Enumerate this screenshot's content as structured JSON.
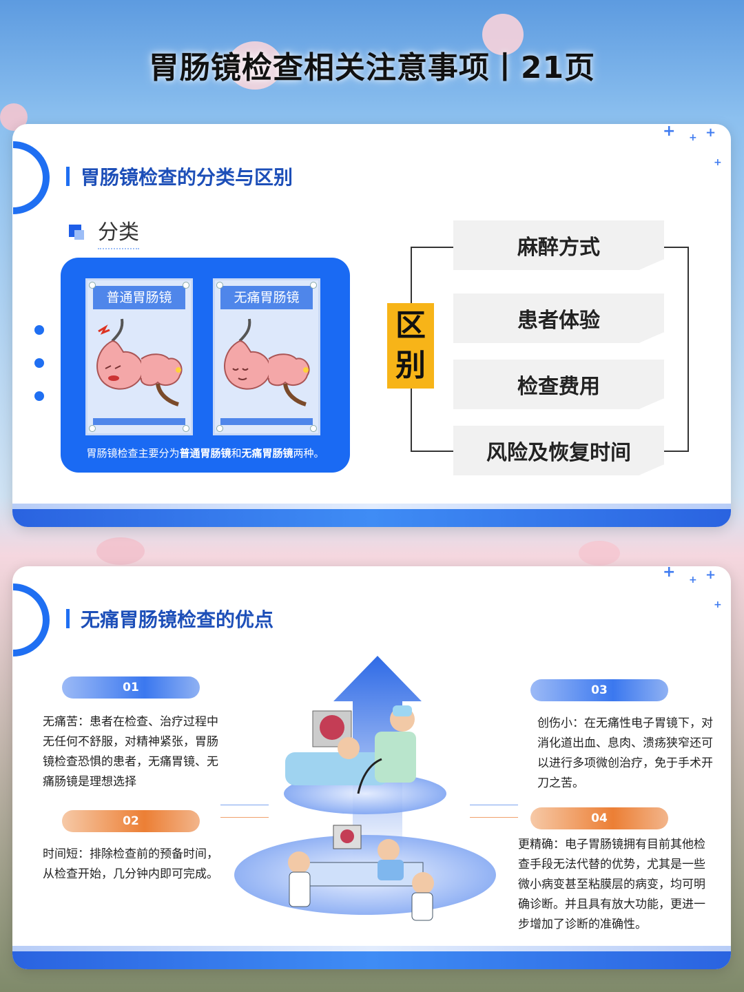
{
  "page": {
    "title": "胃肠镜检查相关注意事项丨21页"
  },
  "section1": {
    "title": "胃肠镜检查的分类与区别",
    "subheading": "分类",
    "cards": [
      {
        "label": "普通胃肠镜"
      },
      {
        "label": "无痛胃肠镜"
      }
    ],
    "caption_pre": "胃肠镜检查主要分为",
    "caption_b1": "普通胃肠镜",
    "caption_mid": "和",
    "caption_b2": "无痛胃肠镜",
    "caption_post": "两种。",
    "badge_line1": "区",
    "badge_line2": "别",
    "differences": [
      "麻醉方式",
      "患者体验",
      "检查费用",
      "风险及恢复时间"
    ]
  },
  "section2": {
    "title": "无痛胃肠镜检查的优点",
    "items": [
      {
        "num": "01",
        "text": "无痛苦：患者在检查、治疗过程中无任何不舒服，对精神紧张，胃肠镜检查恐惧的患者，无痛胃镜、无痛肠镜是理想选择"
      },
      {
        "num": "02",
        "text": "时间短：排除检查前的预备时间，从检查开始，几分钟内即可完成。"
      },
      {
        "num": "03",
        "text": "创伤小：在无痛性电子胃镜下，对消化道出血、息肉、溃疡狭窄还可以进行多项微创治疗，免于手术开刀之苦。"
      },
      {
        "num": "04",
        "text": "更精确：电子胃肠镜拥有目前其他检查手段无法代替的优势，尤其是一些微小病变甚至粘膜层的病变，均可明确诊断。并且具有放大功能，更进一步增加了诊断的准确性。"
      }
    ]
  },
  "colors": {
    "accent_blue": "#1f6ff2",
    "accent_orange": "#ec7f35",
    "badge_yellow": "#f7b418"
  }
}
